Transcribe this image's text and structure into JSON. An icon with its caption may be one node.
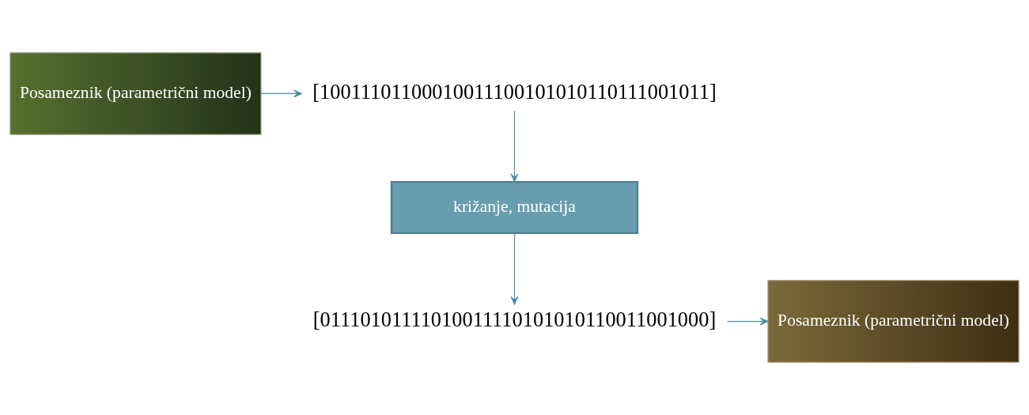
{
  "diagram": {
    "nodes": [
      {
        "text": [
          "Posameznik (parametrični model)"
        ]
      },
      {
        "text": [
          "[10011101100010011100101010110111001011]"
        ]
      },
      {
        "text": [
          "križanje, mutacija"
        ]
      },
      {
        "text": [
          "[01110101111010011110101010110011001000]"
        ]
      },
      {
        "text": [
          "Posameznik (parametrični model)"
        ]
      }
    ],
    "edges": [
      {
        "from": 0,
        "to": 1,
        "arrow": "to"
      },
      {
        "from": 1,
        "to": 2,
        "arrow": "to"
      },
      {
        "from": 2,
        "to": 3,
        "arrow": "to"
      },
      {
        "from": 3,
        "to": 4,
        "arrow": "to"
      }
    ]
  }
}
